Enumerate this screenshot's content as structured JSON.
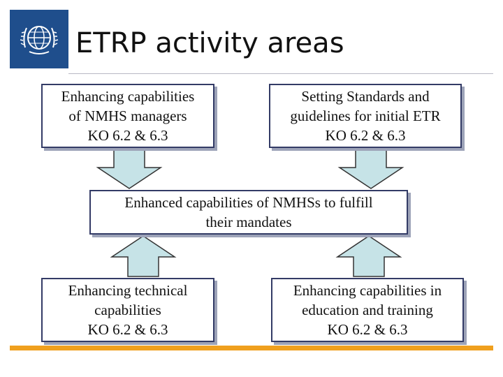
{
  "slide": {
    "title": "ETRP activity areas"
  },
  "logo": {
    "icon": "wmo-emblem-icon",
    "background_color": "#1f4e8c"
  },
  "colors": {
    "box_border": "#333b66",
    "box_shadow": "#9da3b8",
    "arrow_fill": "#c6e3e7",
    "arrow_stroke": "#333333",
    "footer_bar": "#f0a01e"
  },
  "boxes": {
    "top_left": {
      "lines": [
        "Enhancing capabilities",
        "of NMHS managers",
        "KO 6.2 & 6.3"
      ]
    },
    "top_right": {
      "lines": [
        "Setting Standards and",
        "guidelines for initial ETR",
        "KO 6.2 & 6.3"
      ]
    },
    "center": {
      "lines": [
        "Enhanced capabilities of NMHSs to fulfill",
        "their mandates"
      ]
    },
    "bottom_left": {
      "lines": [
        "Enhancing technical",
        "capabilities",
        "KO 6.2 & 6.3"
      ]
    },
    "bottom_right": {
      "lines": [
        "Enhancing capabilities in",
        "education and training",
        "KO 6.2 & 6.3"
      ]
    }
  }
}
